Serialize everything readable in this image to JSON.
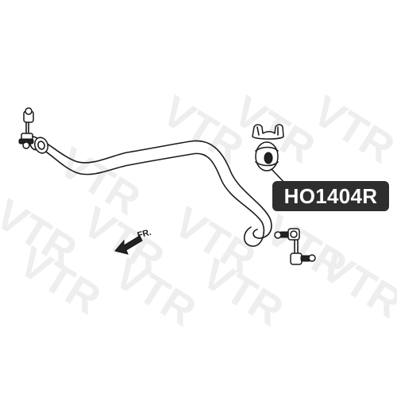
{
  "watermark": {
    "text": "VTR",
    "color": "#eeeeee"
  },
  "diagram": {
    "direction_label": "FR.",
    "part_number": "HO1404R",
    "line_color": "#1a1a1a",
    "label_bg_color": "#2e2e2e",
    "label_text_color": "#ffffff"
  }
}
